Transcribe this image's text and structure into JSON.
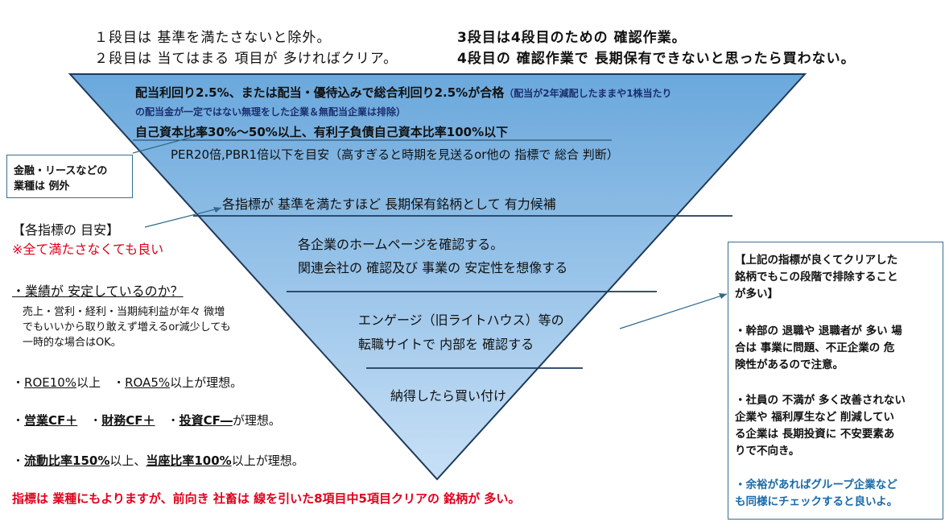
{
  "header": {
    "line1_left": "１段目は 基準を満たさないと除外。",
    "line2_left": "２段目は 当てはまる 項目が 多ければクリア。",
    "line1_right": "3段目は4段目のための 確認作業。",
    "line2_right": "4段目の 確認作業で 長期保有できないと思ったら買わない。"
  },
  "pyramid": {
    "tier1_main": "配当利回り2.5%、または配当・優待込みで総合利回り2.5%が合格",
    "tier1_note_a": "（配当が2年減配したままや1株当たり",
    "tier1_note_b": "の配当金が一定ではない無理をした企業＆無配当企業は排除）",
    "tier1_line2": "自己資本比率30%～50%以上、有利子負債自己資本比率100%以下",
    "tier1_line3": "PER20倍,PBR1倍以下を目安（高すぎると時期を見送るor他の 指標で 総合 判断）",
    "tier2": "各指標が 基準を満たすほど 長期保有銘柄として 有力候補",
    "tier3_line1": "各企業のホームページを確認する。",
    "tier3_line2": "関連会社の 確認及び 事業の 安定性を想像する",
    "tier4_line1": "エンゲージ（旧ライトハウス）等の",
    "tier4_line2": "転職サイトで 内部を 確認する",
    "tier5": "納得したら買い付け"
  },
  "exception_box": {
    "line1": "金融・リースなどの",
    "line2": "業種は 例外"
  },
  "guide": {
    "title": "【各指標の 目安】",
    "note": "※全て満たさなくても良い",
    "item1": "・業績が 安定しているのか？",
    "item1_d1": "売上・営利・経利・当期純利益が年々 微増",
    "item1_d2": "でもいいから取り敢えず増えるor減少しても",
    "item1_d3": "一時的な場合はOK。",
    "item2_a": "ROE10%",
    "item2_b": "以上",
    "item2_c": "ROA5%",
    "item2_d": "以上が理想。",
    "item3_a": "営業CF＋",
    "item3_b": "財務CF＋",
    "item3_c": "投資CF―",
    "item3_d": "が理想。",
    "item4_a": "流動比率150%",
    "item4_b": "以上、",
    "item4_c": "当座比率100%",
    "item4_d": "以上が理想。",
    "footer": "指標は 業種にもよりますが、前向き 社畜は 線を引いた8項目中5項目クリアの 銘柄が 多い。"
  },
  "right_box": {
    "title1": "【上記の指標が良くてクリアした",
    "title2": "銘柄でもこの段階で排除すること",
    "title3": "が多い】",
    "p1_1": "・幹部の 退職や 退職者が 多い 場",
    "p1_2": "合は 事業に問題、不正企業の 危",
    "p1_3": "険性があるので注意。",
    "p2_1": "・社員の 不満が 多く改善されない",
    "p2_2": "企業や 福利厚生など 削減してい",
    "p2_3": "る企業は 長期投資に 不安要素あ",
    "p2_4": "りで不向き。",
    "p3_1": "・余裕があればグループ企業など",
    "p3_2": "も同様にチェックすると良いよ。"
  },
  "colors": {
    "pyramid_top": "#6aa8dc",
    "pyramid_bottom": "#c8e0f6",
    "outline": "#1f3a5a",
    "red": "#e0001b",
    "blue_text": "#1a6aa8"
  }
}
